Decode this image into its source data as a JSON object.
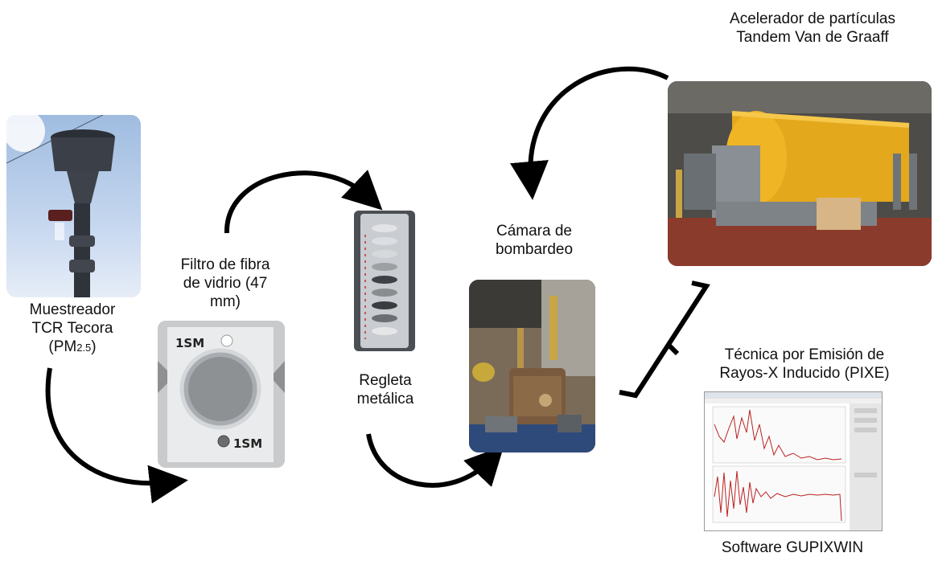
{
  "sampler": {
    "line1": "Muestreador",
    "line2": "TCR Tecora",
    "line3_main": "(PM",
    "line3_sub": "2.5",
    "line3_end": ")"
  },
  "filter": {
    "line1": "Filtro de fibra",
    "line2": "de vidrio (47",
    "line3": "mm)",
    "tag_top": "1SM",
    "tag_bottom": "1SM"
  },
  "rail": {
    "line1": "Regleta",
    "line2": "metálica"
  },
  "chamber": {
    "line1": "Cámara de",
    "line2": "bombardeo"
  },
  "accelerator": {
    "line1": "Acelerador de partículas",
    "line2": "Tandem Van de Graaff"
  },
  "pixe": {
    "line1": "Técnica por Emisión de",
    "line2": "Rayos-X Inducido (PIXE)"
  },
  "software": {
    "label": "Software GUPIXWIN"
  }
}
